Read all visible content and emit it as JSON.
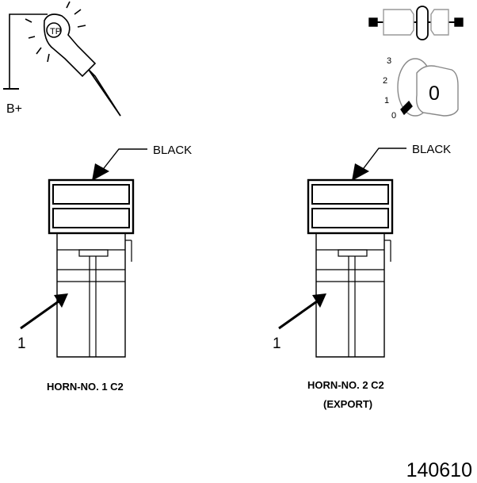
{
  "test_light": {
    "supply_label": "B+"
  },
  "ignition_switch": {
    "positions": [
      "3",
      "2",
      "1",
      "0"
    ],
    "key_position": "0"
  },
  "connectors": [
    {
      "wire_color_label": "BLACK",
      "callout": "1",
      "caption_line1": "HORN-NO. 1 C2",
      "caption_line2": ""
    },
    {
      "wire_color_label": "BLACK",
      "callout": "1",
      "caption_line1": "HORN-NO. 2 C2",
      "caption_line2": "(EXPORT)"
    }
  ],
  "figure_number": "140610",
  "colors": {
    "line": "#000000",
    "background": "#ffffff"
  }
}
